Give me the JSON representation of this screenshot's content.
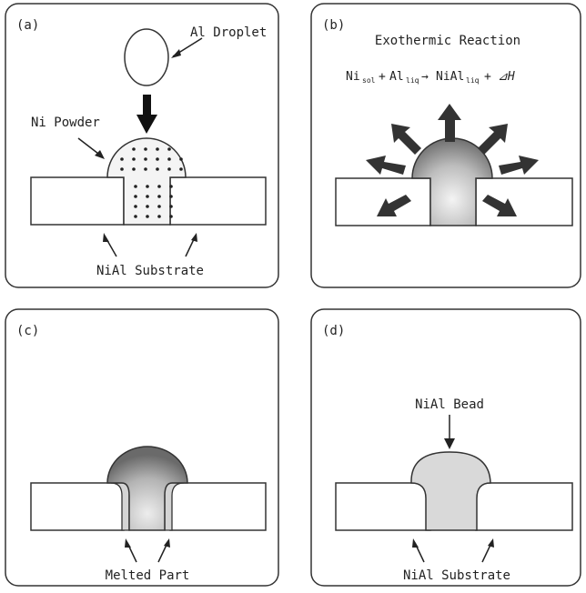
{
  "panels": [
    {
      "id": "a",
      "label": "(a)",
      "texts": {
        "droplet": "Al Droplet",
        "powder": "Ni Powder",
        "substrate": "NiAl Substrate"
      }
    },
    {
      "id": "b",
      "label": "(b)",
      "texts": {
        "title": "Exothermic Reaction",
        "eq_ni": "Ni",
        "eq_ni_sub": "sol",
        "eq_plus1": "+",
        "eq_al": "Al",
        "eq_al_sub": "liq",
        "eq_arrow": "→",
        "eq_nial": "NiAl",
        "eq_nial_sub": "liq",
        "eq_plus2": "+",
        "eq_dh": "⊿H"
      }
    },
    {
      "id": "c",
      "label": "(c)",
      "texts": {
        "melted": "Melted Part"
      }
    },
    {
      "id": "d",
      "label": "(d)",
      "texts": {
        "bead": "NiAl Bead",
        "substrate": "NiAl Substrate"
      }
    }
  ]
}
